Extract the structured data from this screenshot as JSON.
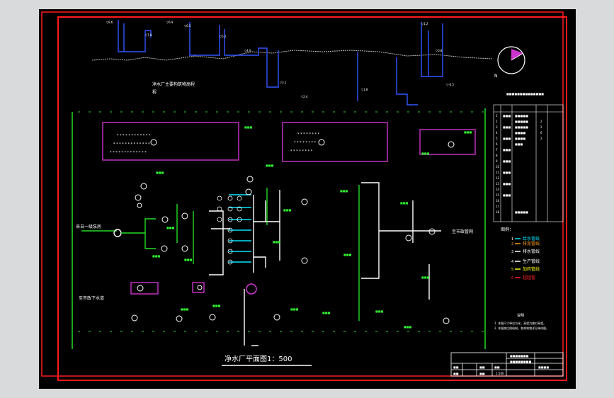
{
  "drawing": {
    "title": "净水厂平面图1：500",
    "profile_caption": "净水厂主要构筑物高程",
    "profile_caption_2": "程",
    "inlet_label": "来自一级泵房",
    "outlet_label": "至市政管网",
    "drain_label": "至市政下水道",
    "north": "N"
  },
  "legend": {
    "items": [
      {
        "num": "1",
        "label": "给水管线",
        "color": "#00e5ff"
      },
      {
        "num": "2",
        "label": "排泥管线",
        "color": "#ff9f1a"
      },
      {
        "num": "3",
        "label": "排水管线",
        "color": "#ffffff"
      },
      {
        "num": "4",
        "label": "生产管线",
        "color": "#ffffff"
      },
      {
        "num": "5",
        "label": "加药管线",
        "color": "#ffff00"
      },
      {
        "num": "6",
        "label": "超越管",
        "color": "#ff2020"
      }
    ],
    "heading": "图例："
  },
  "notes": {
    "heading": "说明",
    "lines": [
      "1. 本图尺寸单位为米，高程为绝对高程。",
      "2. 本图按比例绘制，各构筑物详见单体图。"
    ]
  },
  "colors": {
    "frame": "#ff1a1a",
    "structure": "#cc33cc",
    "pipe_green": "#22dd22",
    "pipe_blue": "#3355ff",
    "text_green": "#33ff33",
    "white": "#ffffff"
  }
}
